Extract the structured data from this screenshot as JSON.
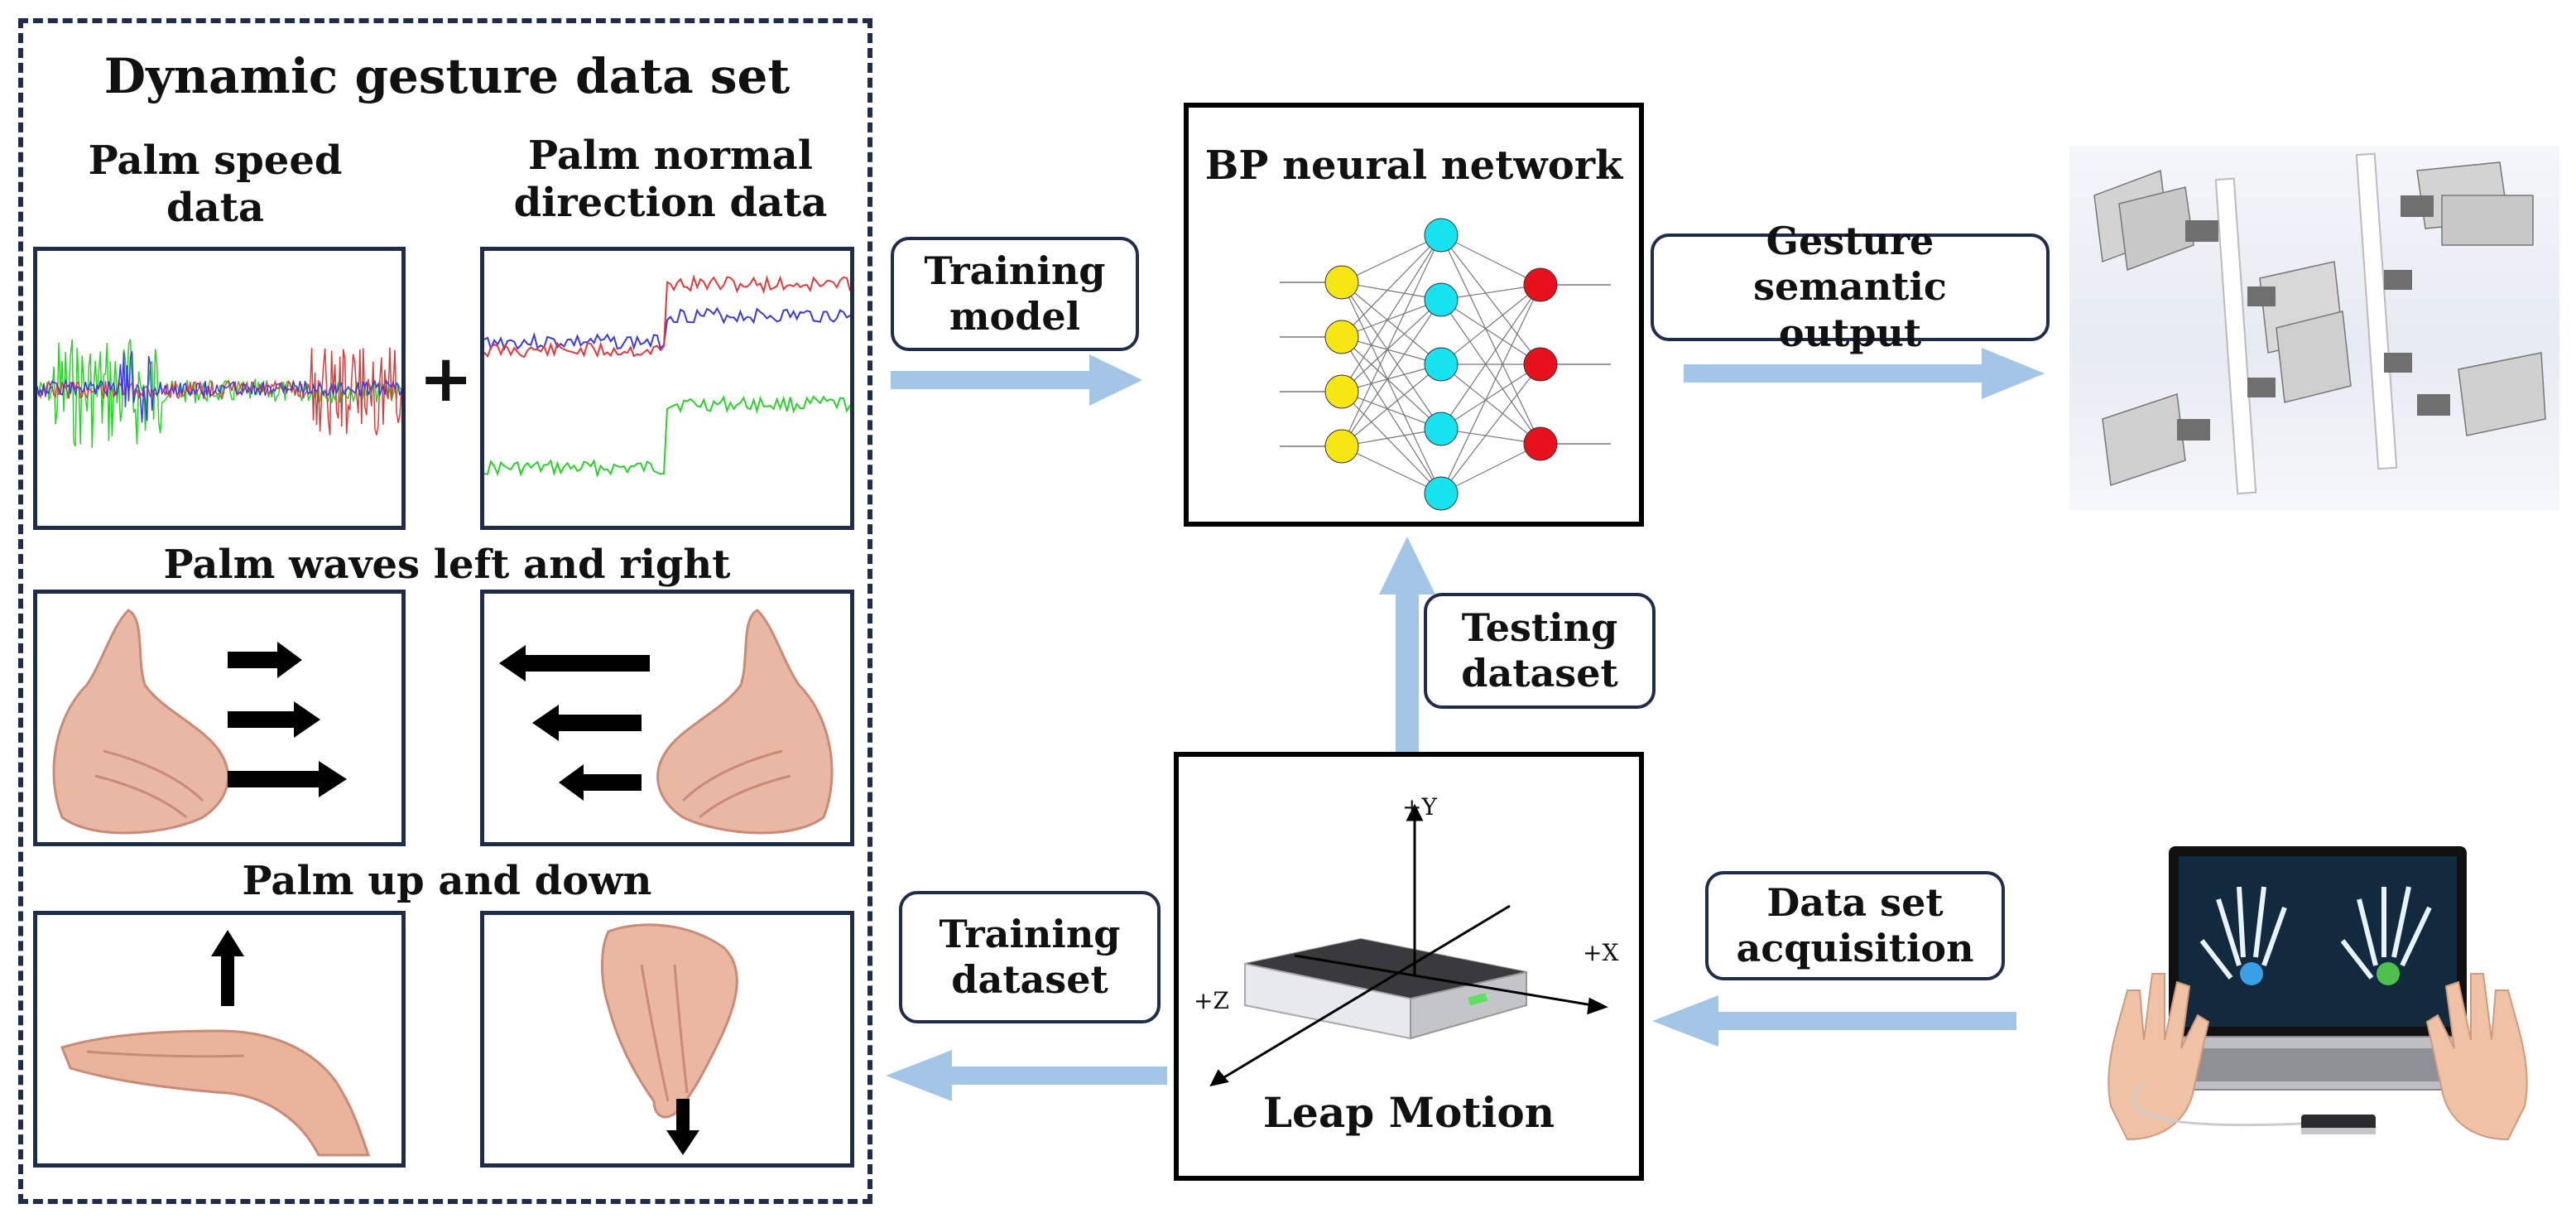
{
  "dataset": {
    "title": "Dynamic gesture data set",
    "speed_label": "Palm speed data",
    "normal_label": "Palm normal direction data",
    "plus": "+",
    "wave_label": "Palm waves left and right",
    "updown_label": "Palm up and down"
  },
  "flow": {
    "training_model": "Training model",
    "gesture_output": "Gesture semantic output",
    "testing_dataset": "Testing dataset",
    "training_dataset": "Training dataset",
    "data_acquisition": "Data set acquisition"
  },
  "bp": {
    "title": "BP neural network",
    "layers": [
      4,
      5,
      3
    ],
    "colors": {
      "input": "#f5e614",
      "hidden": "#17e3f0",
      "output": "#e8101c"
    }
  },
  "leap": {
    "title": "Leap Motion",
    "axis_y": "+Y",
    "axis_x": "+X",
    "axis_z": "+Z"
  },
  "colors": {
    "arrow": "#a4c6e6",
    "box_border": "#1f2d4a",
    "signal_red": "#e23a3a",
    "signal_green": "#2bd12b",
    "signal_blue": "#3a3ae0"
  }
}
